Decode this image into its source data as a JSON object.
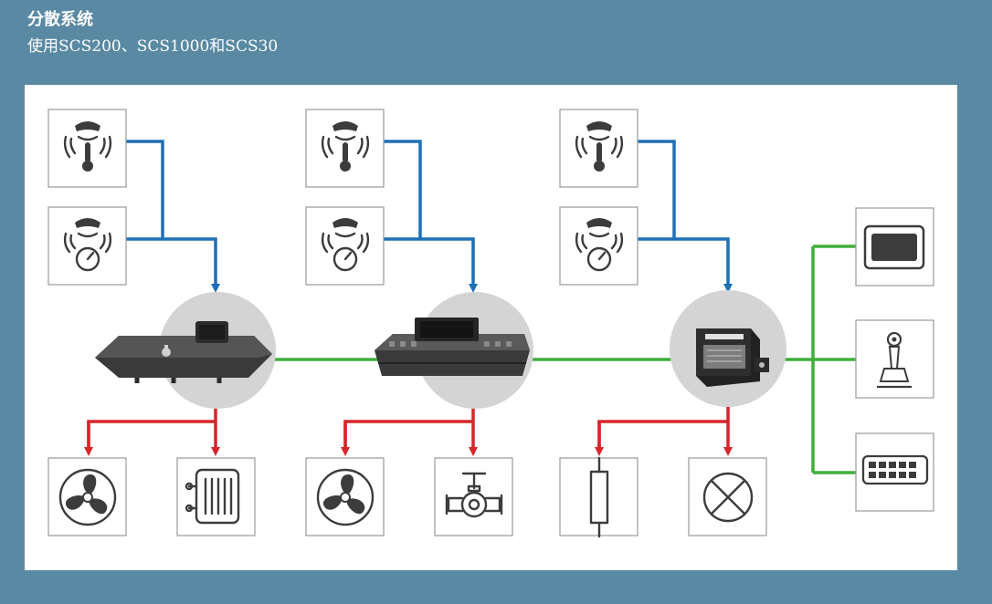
{
  "header": {
    "title": "分散系统",
    "subtitle": "使用SCS200、SCS1000和SCS30"
  },
  "colors": {
    "background": "#5a8aa3",
    "panel": "#ffffff",
    "sensor_line": "#1f6fb5",
    "actuator_line": "#d7262b",
    "bus_line": "#3fae3a",
    "controller_disc": "#d4d4d4"
  },
  "groups": [
    {
      "sensors": [
        "temperature-sensor-icon",
        "pressure-sensor-icon"
      ],
      "controller": "scs200-controller",
      "actuators": [
        "fan-icon",
        "heater-icon"
      ]
    },
    {
      "sensors": [
        "temperature-sensor-icon",
        "pressure-sensor-icon"
      ],
      "controller": "scs1000-controller",
      "actuators": [
        "fan-icon",
        "valve-icon"
      ]
    },
    {
      "sensors": [
        "temperature-sensor-icon",
        "pressure-sensor-icon"
      ],
      "controller": "scs30-controller",
      "actuators": [
        "resistor-icon",
        "lamp-icon"
      ]
    }
  ],
  "operator_devices": [
    "display-icon",
    "joystick-icon",
    "keypad-icon"
  ]
}
